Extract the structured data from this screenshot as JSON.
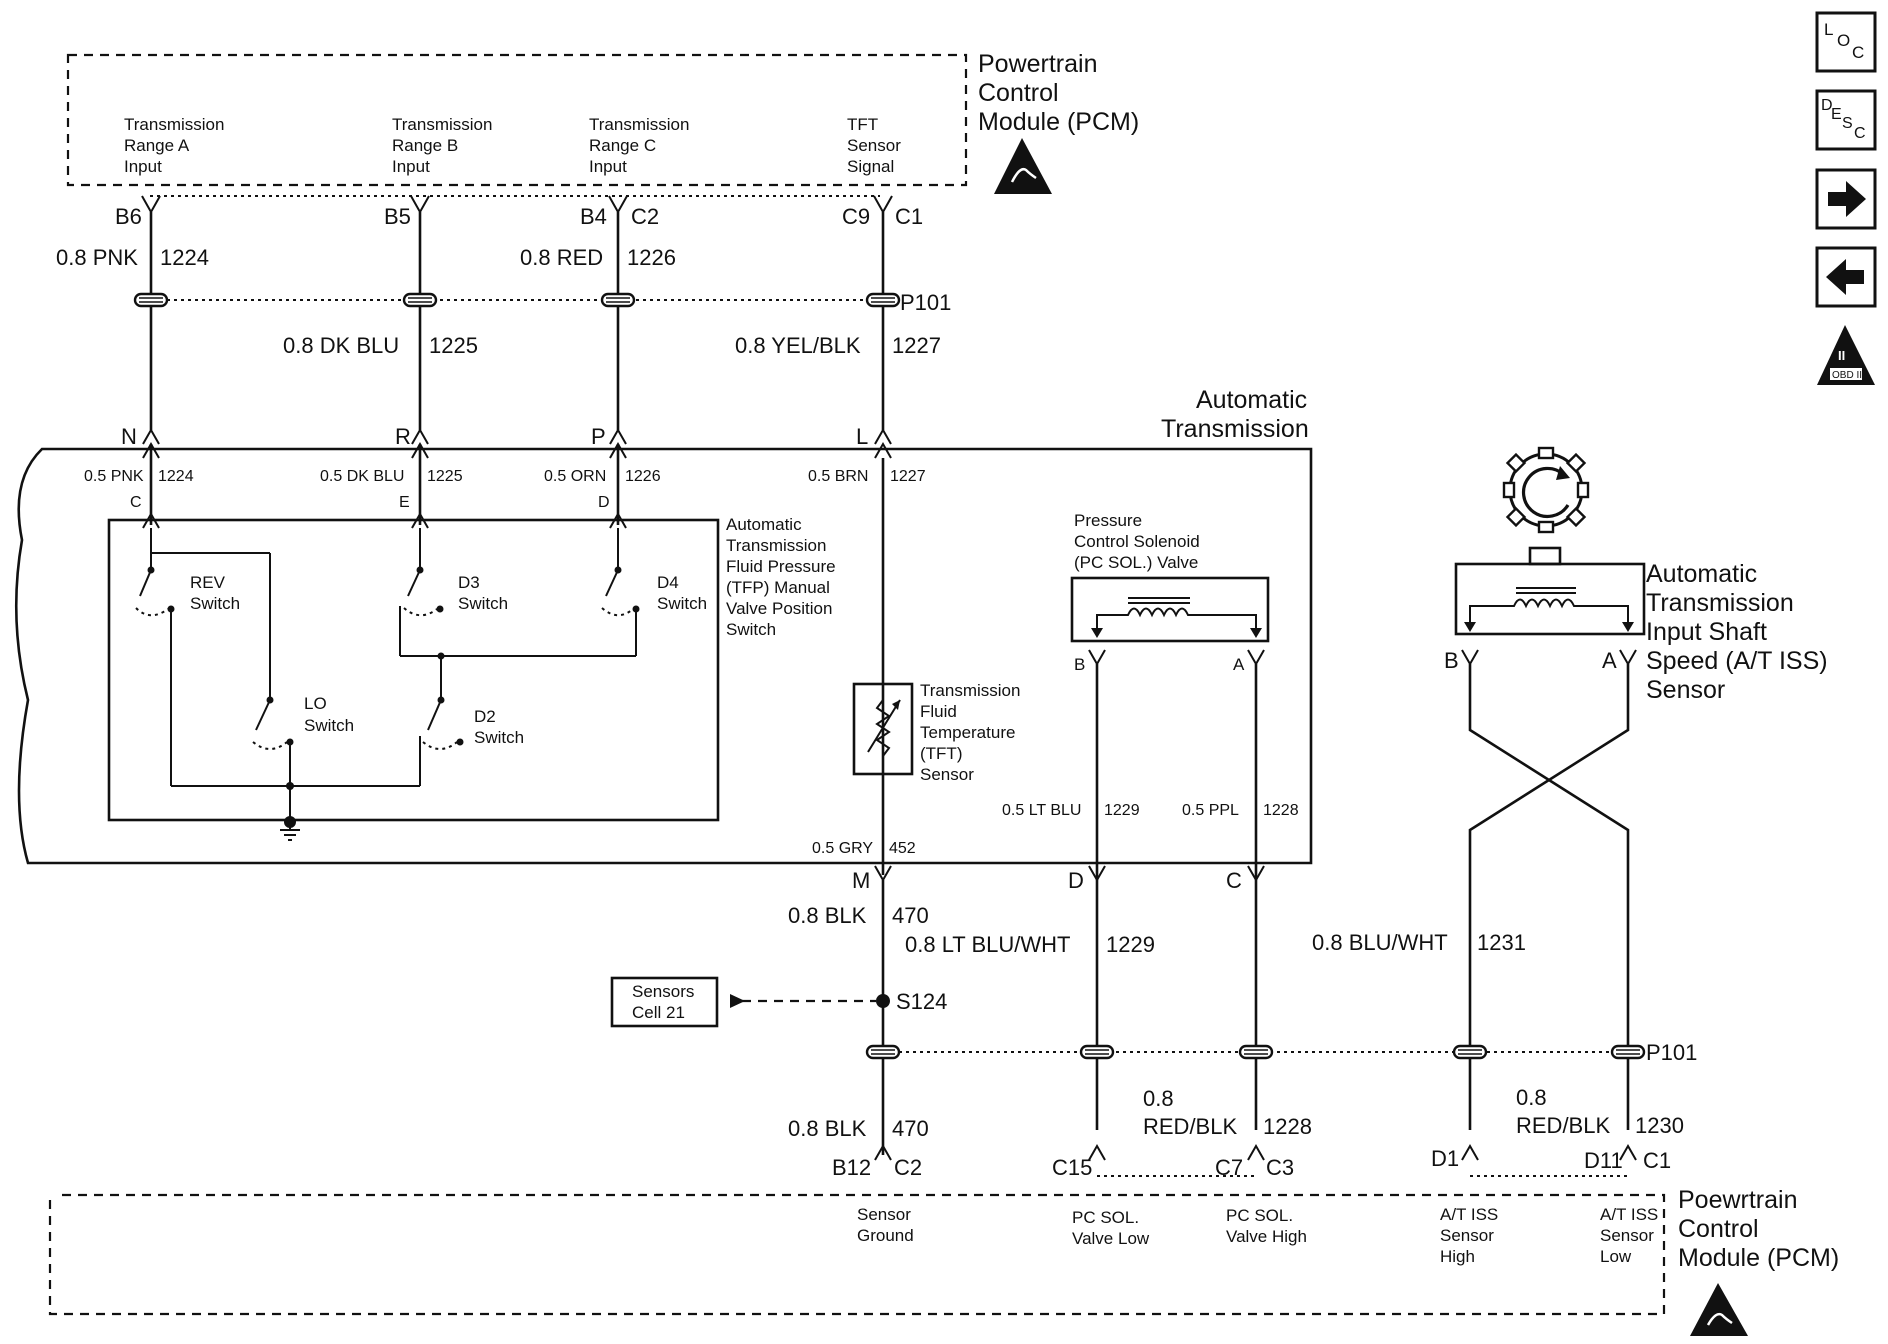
{
  "pcm_top": {
    "title_lines": [
      "Powertrain",
      "Control",
      "Module (PCM)"
    ],
    "inputs": [
      {
        "lines": [
          "Transmission",
          "Range A",
          "Input"
        ]
      },
      {
        "lines": [
          "Transmission",
          "Range B",
          "Input"
        ]
      },
      {
        "lines": [
          "Transmission",
          "Range C",
          "Input"
        ]
      },
      {
        "lines": [
          "TFT",
          "Sensor",
          "Signal"
        ]
      }
    ],
    "pins": [
      "B6",
      "B5",
      "B4",
      "C2",
      "C9",
      "C1"
    ]
  },
  "wires_top": [
    {
      "gauge": "0.8 PNK",
      "circuit": "1224"
    },
    {
      "gauge": "0.8 DK BLU",
      "circuit": "1225"
    },
    {
      "gauge": "0.8 RED",
      "circuit": "1226"
    },
    {
      "gauge": "0.8 YEL/BLK",
      "circuit": "1227"
    }
  ],
  "connector_p101": "P101",
  "transmission": {
    "title_lines": [
      "Automatic",
      "Transmission"
    ],
    "connector_pins": [
      "N",
      "R",
      "P",
      "L"
    ],
    "inner_wires": [
      {
        "gauge": "0.5 PNK",
        "circuit": "1224",
        "pin": "C"
      },
      {
        "gauge": "0.5 DK BLU",
        "circuit": "1225",
        "pin": "E"
      },
      {
        "gauge": "0.5 ORN",
        "circuit": "1226",
        "pin": "D"
      },
      {
        "gauge": "0.5 BRN",
        "circuit": "1227"
      }
    ],
    "tfp_switch_lines": [
      "Automatic",
      "Transmission",
      "Fluid Pressure",
      "(TFP) Manual",
      "Valve Position",
      "Switch"
    ],
    "switches": {
      "rev": [
        "REV",
        "Switch"
      ],
      "d3": [
        "D3",
        "Switch"
      ],
      "d4": [
        "D4",
        "Switch"
      ],
      "lo": [
        "LO",
        "Switch"
      ],
      "d2": [
        "D2",
        "Switch"
      ]
    },
    "tft_sensor_lines": [
      "Transmission",
      "Fluid",
      "Temperature",
      "(TFT)",
      "Sensor"
    ],
    "pc_solenoid_lines": [
      "Pressure",
      "Control Solenoid",
      "(PC SOL.) Valve"
    ],
    "pc_pins": [
      "B",
      "A"
    ],
    "lower_wires": [
      {
        "gauge": "0.5 LT BLU",
        "circuit": "1229"
      },
      {
        "gauge": "0.5 PPL",
        "circuit": "1228"
      },
      {
        "gauge": "0.5 GRY",
        "circuit": "452"
      }
    ],
    "bottom_pins": [
      "M",
      "D",
      "C"
    ]
  },
  "iss_sensor": {
    "lines": [
      "Automatic",
      "Transmission",
      "Input Shaft",
      "Speed (A/T ISS)",
      "Sensor"
    ],
    "pins": [
      "B",
      "A"
    ]
  },
  "wires_bottom": [
    {
      "gauge": "0.8 BLK",
      "circuit": "470"
    },
    {
      "gauge": "0.8 LT BLU/WHT",
      "circuit": "1229"
    },
    {
      "gauge": "0.8 BLU/WHT",
      "circuit": "1231"
    }
  ],
  "splice": "S124",
  "sensors_ref_lines": [
    "Sensors",
    "Cell 21"
  ],
  "wires_lower": [
    {
      "gauge": "0.8 BLK",
      "circuit": "470"
    },
    {
      "gauge_lines": [
        "0.8",
        "RED/BLK"
      ],
      "circuit": "1228"
    },
    {
      "gauge_lines": [
        "0.8",
        "RED/BLK"
      ],
      "circuit": "1230"
    }
  ],
  "pcm_bottom": {
    "title_lines": [
      "Poewrtrain",
      "Control",
      "Module (PCM)"
    ],
    "pins": [
      "B12",
      "C2",
      "C15",
      "C7",
      "C3",
      "D1",
      "D11",
      "C1"
    ],
    "outputs": [
      {
        "lines": [
          "Sensor",
          "Ground"
        ]
      },
      {
        "lines": [
          "PC SOL.",
          "Valve Low"
        ]
      },
      {
        "lines": [
          "PC SOL.",
          "Valve High"
        ]
      },
      {
        "lines": [
          "A/T ISS",
          "Sensor",
          "High"
        ]
      },
      {
        "lines": [
          "A/T ISS",
          "Sensor",
          "Low"
        ]
      }
    ]
  },
  "nav_icons": [
    {
      "name": "loc-icon",
      "label_parts": [
        "L",
        "O",
        "C"
      ]
    },
    {
      "name": "desc-icon",
      "label_parts": [
        "D",
        "E",
        "S",
        "C"
      ]
    },
    {
      "name": "arrow-right-icon"
    },
    {
      "name": "arrow-left-icon"
    },
    {
      "name": "obd-ii-icon",
      "label": "OBD II"
    }
  ]
}
